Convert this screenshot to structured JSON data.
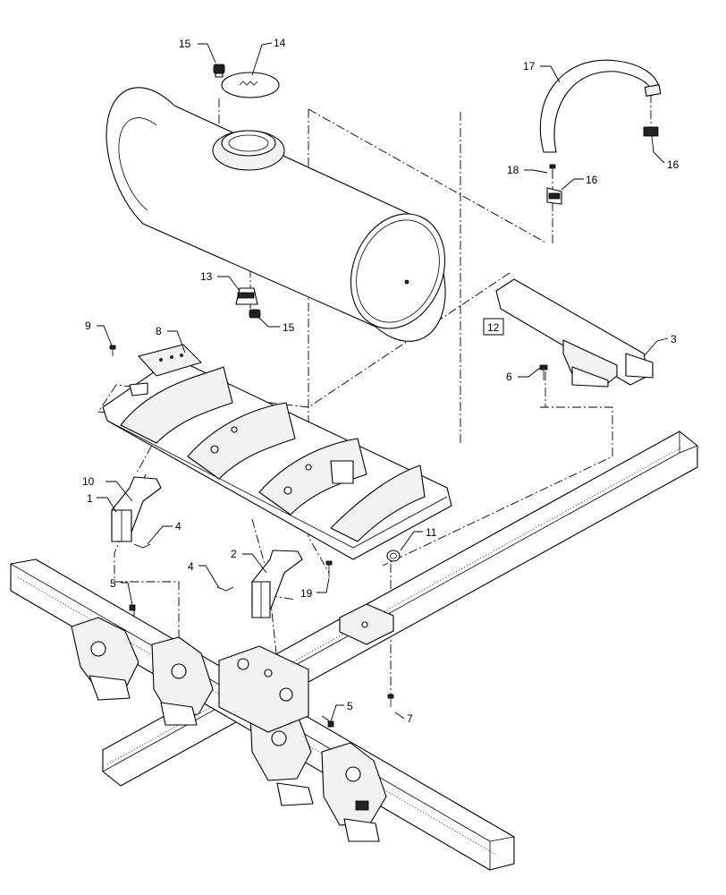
{
  "callouts": [
    {
      "id": "c1",
      "text": "1"
    },
    {
      "id": "c2",
      "text": "2"
    },
    {
      "id": "c3",
      "text": "3"
    },
    {
      "id": "c4a",
      "text": "4"
    },
    {
      "id": "c4b",
      "text": "4"
    },
    {
      "id": "c5a",
      "text": "5"
    },
    {
      "id": "c5b",
      "text": "5"
    },
    {
      "id": "c6",
      "text": "6"
    },
    {
      "id": "c7",
      "text": "7"
    },
    {
      "id": "c8",
      "text": "8"
    },
    {
      "id": "c9",
      "text": "9"
    },
    {
      "id": "c10",
      "text": "10"
    },
    {
      "id": "c11",
      "text": "11"
    },
    {
      "id": "c12",
      "text": "12"
    },
    {
      "id": "c13",
      "text": "13"
    },
    {
      "id": "c14",
      "text": "14"
    },
    {
      "id": "c15a",
      "text": "15"
    },
    {
      "id": "c15b",
      "text": "15"
    },
    {
      "id": "c16a",
      "text": "16"
    },
    {
      "id": "c16b",
      "text": "16"
    },
    {
      "id": "c17",
      "text": "17"
    },
    {
      "id": "c18",
      "text": "18"
    },
    {
      "id": "c19",
      "text": "19"
    }
  ]
}
